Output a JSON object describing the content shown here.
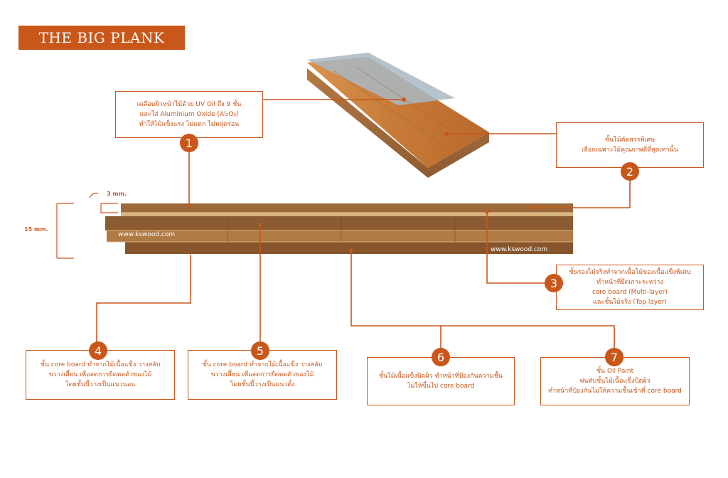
{
  "title": "THE BIG PLANK",
  "watermarks": [
    "www.kswood.com",
    "www.kswood.com"
  ],
  "dimensions": {
    "top_layer": "3 mm.",
    "total": "15 mm."
  },
  "colors": {
    "accent": "#c9571a",
    "wood_light": "#c98a4c",
    "wood_dark": "#7a4a26",
    "uv_film": "#a9b9c4"
  },
  "callouts": [
    {
      "number": "1",
      "lines": [
        "เคลือบผิวหน้าไม้ด้วย UV Oil ถึง 9 ชั้น",
        "และใส่ Aluminium Oxide (Al₂O₃)",
        "ทำให้ไม้แข็งแรง ไม่แตก ไม่หลุดร่อน"
      ]
    },
    {
      "number": "2",
      "lines": [
        "ชั้นไม้คัดสรรพิเศษ",
        "เลือกเฉพาะไม้คุณภาพดีที่สุดเท่านั้น"
      ]
    },
    {
      "number": "3",
      "lines": [
        "ชั้นรองไม้จริงทำจากเนื้อไม้ของเนื้อแข็งพิเศษ",
        "ทำหน้าที่ยึดเกาะระหว่าง",
        "core board (Multi-layer)",
        "และชั้นไม้จริง (Top layer)"
      ]
    },
    {
      "number": "4",
      "lines": [
        "ชั้น core board ทำจากไม้เนื้อแข็ง วางสลับ",
        "ขวางเสี้ยน เพื่อลดการยืดหดตัวของไม้",
        "โดยชั้นนี้วางเป็นแนวนอน"
      ]
    },
    {
      "number": "5",
      "lines": [
        "ชั้น core board ทำจากไม้เนื้อแข็ง วางสลับ",
        "ขวางเสี้ยน เพื่อลดการยืดหดตัวของไม้",
        "โดยชั้นนี้วางเป็นแนวตั้ง"
      ]
    },
    {
      "number": "6",
      "lines": [
        "ชั้นไม้เนื้อแข็งปิดผิว ทำหน้าที่ป้องกันความชื้น",
        "ไม่ให้ขึ้นไป core board"
      ]
    },
    {
      "number": "7",
      "lines": [
        "ชั้น Oil Paint",
        "พ่นทับชั้นไม้เนื้อแข็งปิดผิว",
        "ทำหน้าที่ป้องกันไม่ให้ความชื้นเข้าที่ core board"
      ]
    }
  ]
}
